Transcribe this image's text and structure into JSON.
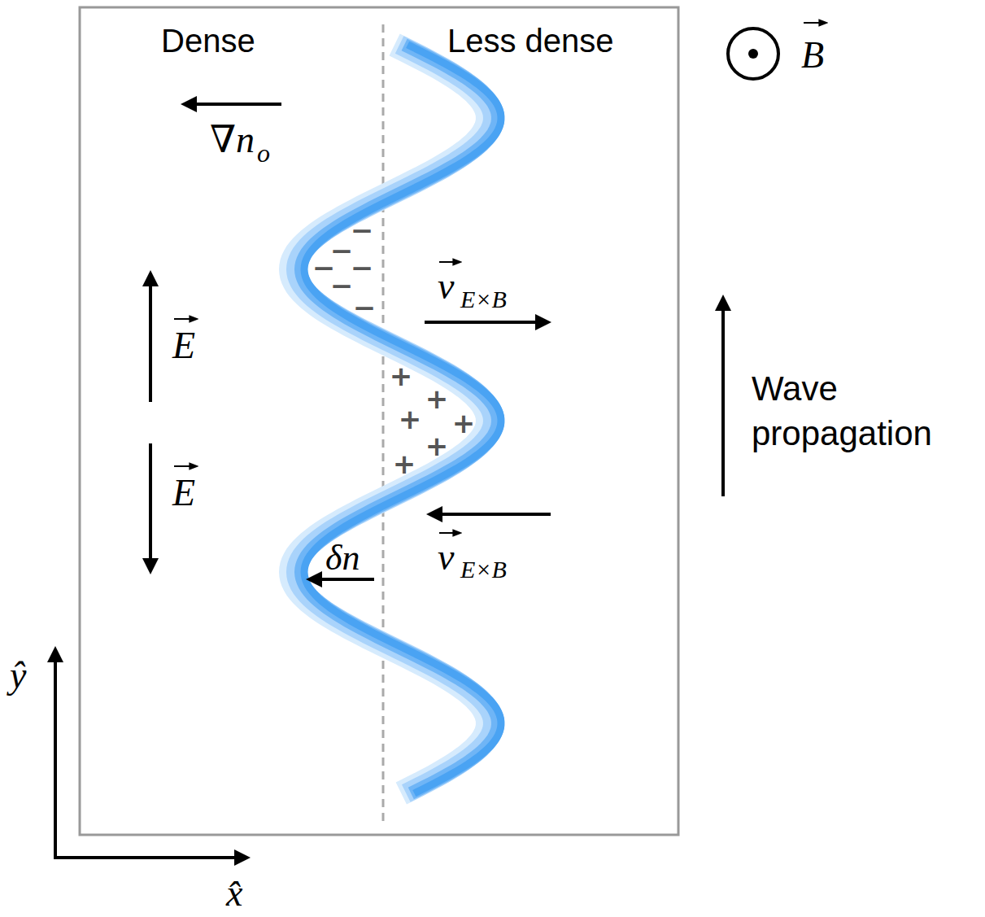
{
  "diagram": {
    "labels": [
      "Dense",
      "Less dense",
      "B",
      "∇n",
      "o",
      "−",
      "−",
      "−",
      "−",
      "−",
      "−",
      "+",
      "+",
      "+",
      "+",
      "+",
      "+",
      "E",
      "v",
      "E×B",
      "E",
      "v",
      "E×B",
      "δn",
      "Wave propagation",
      "ŷ",
      "x̂"
    ]
  }
}
